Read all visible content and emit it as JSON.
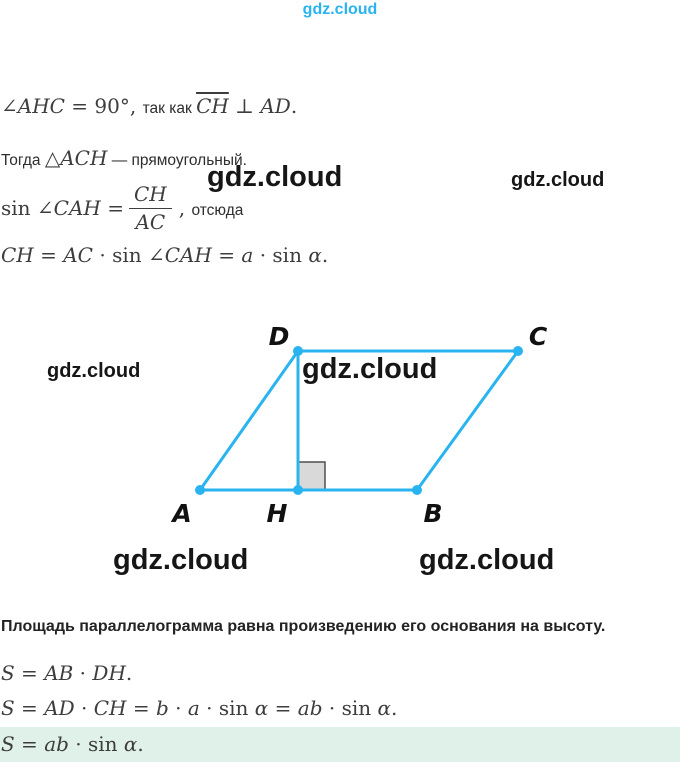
{
  "colors": {
    "accent": "#29b4f0",
    "dark": "#161616",
    "math": "#3d3d3d",
    "text": "#232323",
    "highlight": "#dff1e9",
    "markerfill": "#d9d9d9",
    "markerstroke": "#4f4f4f"
  },
  "watermark": {
    "text": "gdz.cloud"
  },
  "lines": {
    "l1": [
      {
        "t": "∠",
        "c": "mo"
      },
      {
        "t": "AHC",
        "c": "mi"
      },
      {
        "t": " = 90°, ",
        "c": "mo"
      },
      {
        "t": "так как ",
        "c": "txt"
      },
      {
        "t": "CH",
        "c": "mi ov"
      },
      {
        "t": " ⊥ ",
        "c": "mo"
      },
      {
        "t": "AD",
        "c": "mi"
      },
      {
        "t": ".",
        "c": "mo"
      }
    ],
    "l2": [
      {
        "t": "Тогда ",
        "c": "txt"
      },
      {
        "t": "△",
        "c": "mo"
      },
      {
        "t": "ACH",
        "c": "mi"
      },
      {
        "t": " — прямоугольный.",
        "c": "txt"
      }
    ],
    "l3pre": [
      {
        "t": "sin ",
        "c": "mo"
      },
      {
        "t": "∠",
        "c": "mo"
      },
      {
        "t": "CAH",
        "c": "mi"
      },
      {
        "t": " =",
        "c": "mo"
      }
    ],
    "l3frac": {
      "num": "CH",
      "den": "AC"
    },
    "l3post": [
      {
        "t": ", ",
        "c": "mo"
      },
      {
        "t": "отсюда",
        "c": "txt"
      }
    ],
    "l4": [
      {
        "t": "CH",
        "c": "mi"
      },
      {
        "t": " = ",
        "c": "mo"
      },
      {
        "t": "AC",
        "c": "mi"
      },
      {
        "t": " · ",
        "c": "mo"
      },
      {
        "t": "sin ",
        "c": "mo"
      },
      {
        "t": "∠",
        "c": "mo"
      },
      {
        "t": "CAH",
        "c": "mi"
      },
      {
        "t": " = ",
        "c": "mo"
      },
      {
        "t": "a",
        "c": "mi"
      },
      {
        "t": " · ",
        "c": "mo"
      },
      {
        "t": "sin ",
        "c": "mo"
      },
      {
        "t": "α",
        "c": "mi"
      },
      {
        "t": ".",
        "c": "mo"
      }
    ]
  },
  "diagram": {
    "labels": {
      "A": "A",
      "B": "B",
      "C": "C",
      "D": "D",
      "H": "H"
    }
  },
  "footer": {
    "paragraph": "Площадь параллелограмма равна произведению его основания на высоту.",
    "eq1": [
      {
        "t": "S",
        "c": "mi"
      },
      {
        "t": " = ",
        "c": "mo"
      },
      {
        "t": "AB",
        "c": "mi"
      },
      {
        "t": " · ",
        "c": "mo"
      },
      {
        "t": "DH",
        "c": "mi"
      },
      {
        "t": ".",
        "c": "mo"
      }
    ],
    "eq2": [
      {
        "t": "S",
        "c": "mi"
      },
      {
        "t": " = ",
        "c": "mo"
      },
      {
        "t": "AD",
        "c": "mi"
      },
      {
        "t": " · ",
        "c": "mo"
      },
      {
        "t": "CH",
        "c": "mi"
      },
      {
        "t": " = ",
        "c": "mo"
      },
      {
        "t": "b",
        "c": "mi"
      },
      {
        "t": " · ",
        "c": "mo"
      },
      {
        "t": "a",
        "c": "mi"
      },
      {
        "t": " · ",
        "c": "mo"
      },
      {
        "t": "sin ",
        "c": "mo"
      },
      {
        "t": "α",
        "c": "mi"
      },
      {
        "t": " = ",
        "c": "mo"
      },
      {
        "t": "ab",
        "c": "mi"
      },
      {
        "t": " · ",
        "c": "mo"
      },
      {
        "t": "sin ",
        "c": "mo"
      },
      {
        "t": "α",
        "c": "mi"
      },
      {
        "t": ".",
        "c": "mo"
      }
    ],
    "eq3": [
      {
        "t": "S",
        "c": "mi"
      },
      {
        "t": " = ",
        "c": "mo"
      },
      {
        "t": "ab",
        "c": "mi"
      },
      {
        "t": " · ",
        "c": "mo"
      },
      {
        "t": "sin ",
        "c": "mo"
      },
      {
        "t": "α",
        "c": "mi"
      },
      {
        "t": ".",
        "c": "mo"
      }
    ]
  }
}
